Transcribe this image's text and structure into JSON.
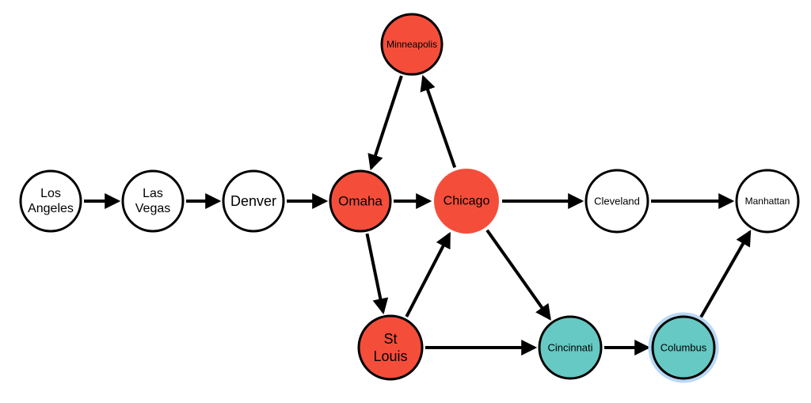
{
  "colors": {
    "red": "#f44e3b",
    "teal": "#66c9c3",
    "white": "#ffffff",
    "highlight_ring": "#b9d8f5",
    "edge": "#000000"
  },
  "nodes": [
    {
      "id": "los-angeles",
      "lines": [
        "Los",
        "Angeles"
      ],
      "fill": "white",
      "border": true
    },
    {
      "id": "las-vegas",
      "lines": [
        "Las",
        "Vegas"
      ],
      "fill": "white",
      "border": true
    },
    {
      "id": "denver",
      "lines": [
        "Denver"
      ],
      "fill": "white",
      "border": true
    },
    {
      "id": "omaha",
      "lines": [
        "Omaha"
      ],
      "fill": "red",
      "border": true
    },
    {
      "id": "chicago",
      "lines": [
        "Chicago"
      ],
      "fill": "red",
      "border": false
    },
    {
      "id": "minneapolis",
      "lines": [
        "Minneapolis"
      ],
      "fill": "red",
      "border": true
    },
    {
      "id": "st-louis",
      "lines": [
        "St",
        "Louis"
      ],
      "fill": "red",
      "border": true
    },
    {
      "id": "cleveland",
      "lines": [
        "Cleveland"
      ],
      "fill": "white",
      "border": true
    },
    {
      "id": "manhattan",
      "lines": [
        "Manhattan"
      ],
      "fill": "white",
      "border": true
    },
    {
      "id": "cincinnati",
      "lines": [
        "Cincinnati"
      ],
      "fill": "teal",
      "border": true
    },
    {
      "id": "columbus",
      "lines": [
        "Columbus"
      ],
      "fill": "teal",
      "border": true,
      "highlighted": true
    }
  ],
  "edges": [
    {
      "from": "los-angeles",
      "to": "las-vegas"
    },
    {
      "from": "las-vegas",
      "to": "denver"
    },
    {
      "from": "denver",
      "to": "omaha"
    },
    {
      "from": "omaha",
      "to": "chicago"
    },
    {
      "from": "minneapolis",
      "to": "omaha"
    },
    {
      "from": "chicago",
      "to": "minneapolis"
    },
    {
      "from": "omaha",
      "to": "st-louis"
    },
    {
      "from": "st-louis",
      "to": "chicago"
    },
    {
      "from": "chicago",
      "to": "cleveland"
    },
    {
      "from": "cleveland",
      "to": "manhattan"
    },
    {
      "from": "chicago",
      "to": "cincinnati"
    },
    {
      "from": "st-louis",
      "to": "cincinnati"
    },
    {
      "from": "cincinnati",
      "to": "columbus"
    },
    {
      "from": "columbus",
      "to": "manhattan"
    }
  ]
}
